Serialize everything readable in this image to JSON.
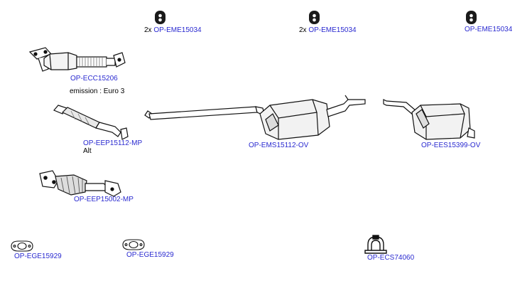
{
  "parts": {
    "hanger_1": {
      "qty": "2x",
      "code": "OP-EME15034"
    },
    "hanger_2": {
      "qty": "2x",
      "code": "OP-EME15034"
    },
    "hanger_3": {
      "code": "OP-EME15034"
    },
    "catalytic_converter": {
      "code": "OP-ECC15206",
      "note": "emission : Euro 3"
    },
    "front_pipe_alt": {
      "code": "OP-EEP15112-MP",
      "note": "Alt"
    },
    "front_pipe": {
      "code": "OP-EEP15002-MP"
    },
    "middle_silencer": {
      "code": "OP-EMS15112-OV"
    },
    "rear_silencer": {
      "code": "OP-EES15399-OV"
    },
    "gasket_1": {
      "code": "OP-EGE15929"
    },
    "gasket_2": {
      "code": "OP-EGE15929"
    },
    "clamp": {
      "code": "OP-ECS74060"
    }
  },
  "colors": {
    "code_link": "#2a2ad0",
    "outline": "#111111",
    "part_fill": "#ffffff",
    "shade": "#bdbdbd",
    "mesh": "#777777"
  }
}
